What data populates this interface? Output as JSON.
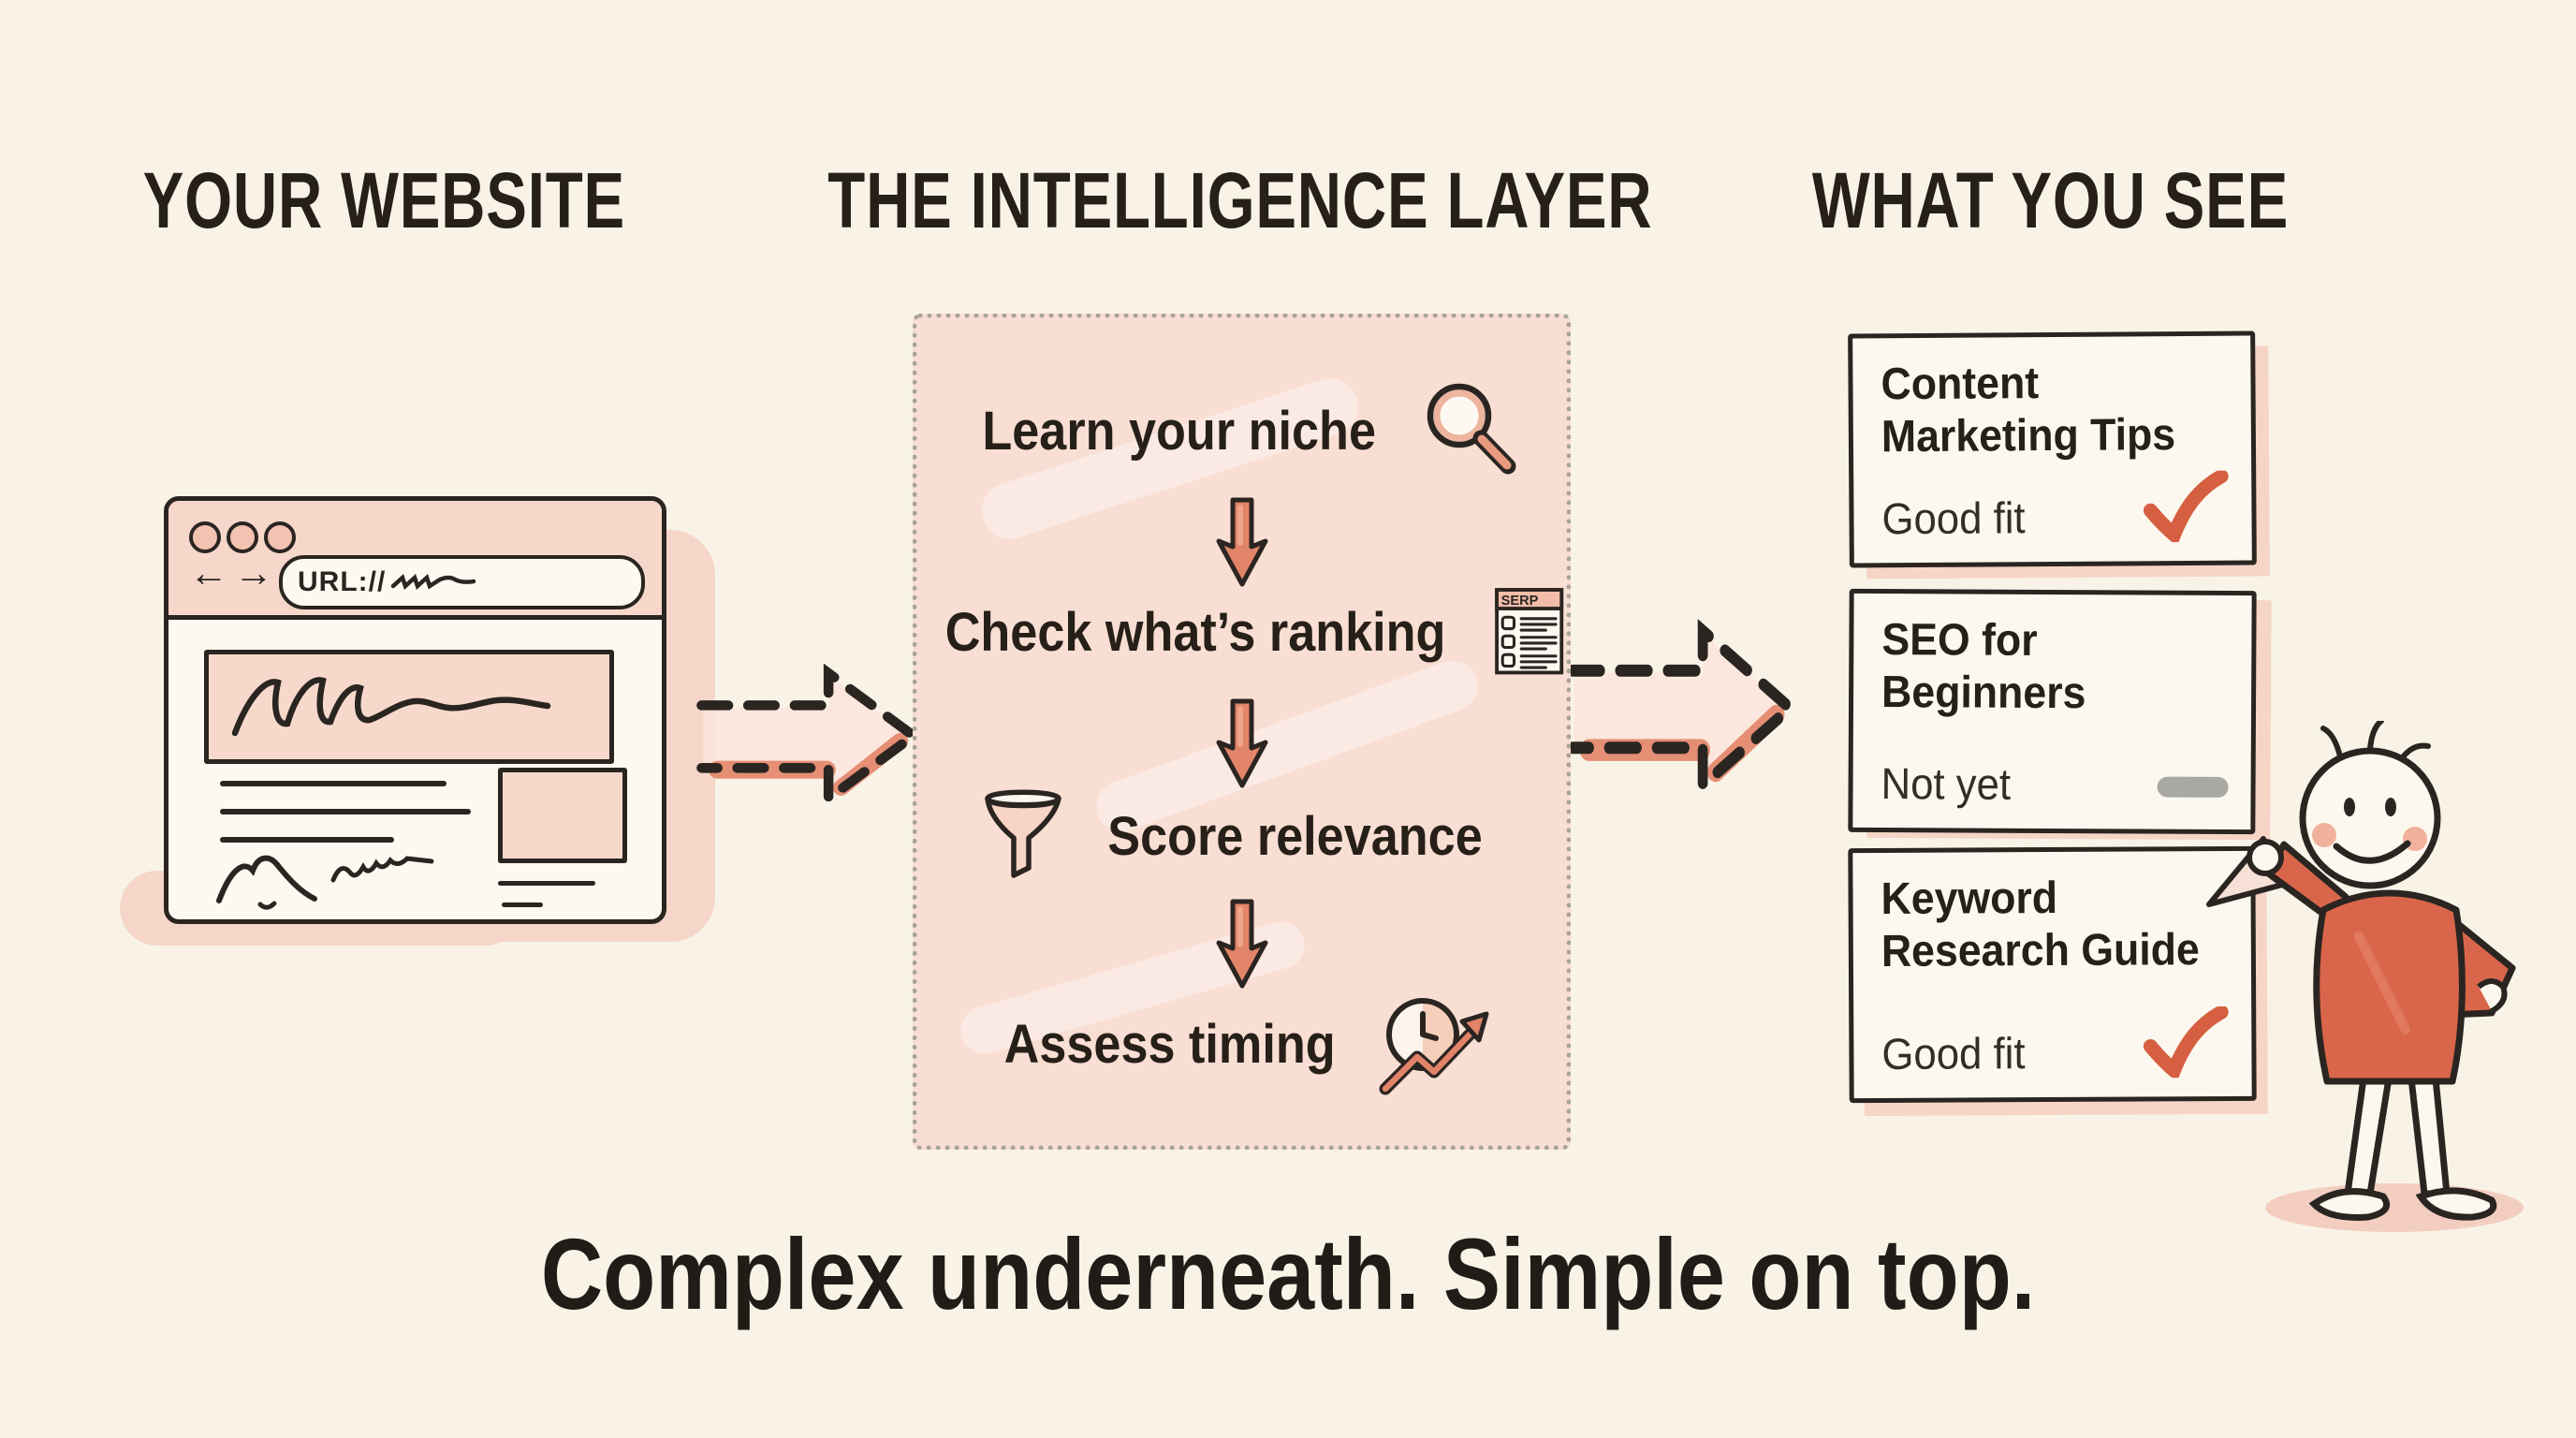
{
  "page": {
    "background": "#f9f3e7",
    "ink": "#2a241e"
  },
  "palette": {
    "salmon": "#e28468",
    "red_accent": "#d65f41",
    "pink_fill": "#f9ded3",
    "pink_shadow": "#f6d6c8",
    "gray_dash": "#a9a9a4",
    "dotted_border": "#a8a39a"
  },
  "columns": {
    "left_title": "YOUR WEBSITE",
    "middle_title": "THE INTELLIGENCE LAYER",
    "right_title": "WHAT YOU SEE"
  },
  "browser": {
    "url_label": "URL://",
    "window_icons": [
      "window-dot-icon",
      "back-arrow-icon",
      "forward-arrow-icon"
    ],
    "back_arrow": "←",
    "forward_arrow": "→"
  },
  "intelligence": {
    "serp_label": "SERP",
    "steps": [
      {
        "label": "Learn your niche",
        "icon": "magnifier-icon"
      },
      {
        "label": "Check what’s ranking",
        "icon": "serp-document-icon"
      },
      {
        "label": "Score relevance",
        "icon": "funnel-icon"
      },
      {
        "label": "Assess timing",
        "icon": "clock-trend-icon"
      }
    ]
  },
  "results": [
    {
      "title_line1": "Content",
      "title_line2": "Marketing Tips",
      "status": "Good fit",
      "verdict": "check"
    },
    {
      "title_line1": "SEO for",
      "title_line2": "Beginners",
      "status": "Not yet",
      "verdict": "dash"
    },
    {
      "title_line1": "Keyword",
      "title_line2": "Research Guide",
      "status": "Good fit",
      "verdict": "check"
    }
  ],
  "caption": "Complex underneath. Simple on top."
}
